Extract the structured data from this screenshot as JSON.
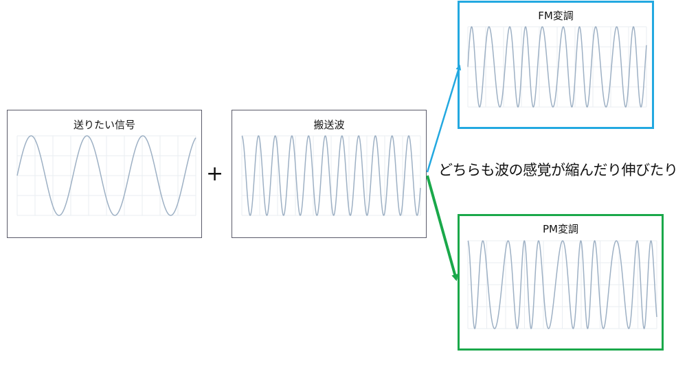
{
  "panels": {
    "signal": {
      "title": "送りたい信号"
    },
    "carrier": {
      "title": "搬送波"
    },
    "fm": {
      "title": "FM変調"
    },
    "pm": {
      "title": "PM変調"
    }
  },
  "plus_sign": "+",
  "note": "どちらも波の感覚が縮んだり伸びたり",
  "colors": {
    "wave": "#9db0c4",
    "grid": "#e9edf2",
    "fm_accent": "#22a8e0",
    "pm_accent": "#1aa84a",
    "panel_border": "#595968"
  },
  "waves": {
    "signal": {
      "cycles": 3.2
    },
    "carrier": {
      "cycles": 10.7
    },
    "fm": {
      "carrier_cycles": 10,
      "signal_cycles": 3.2,
      "deviation": 0.55
    },
    "pm": {
      "carrier_cycles": 10.2,
      "signal_cycles": 3.2,
      "deviation": 1.2
    }
  }
}
